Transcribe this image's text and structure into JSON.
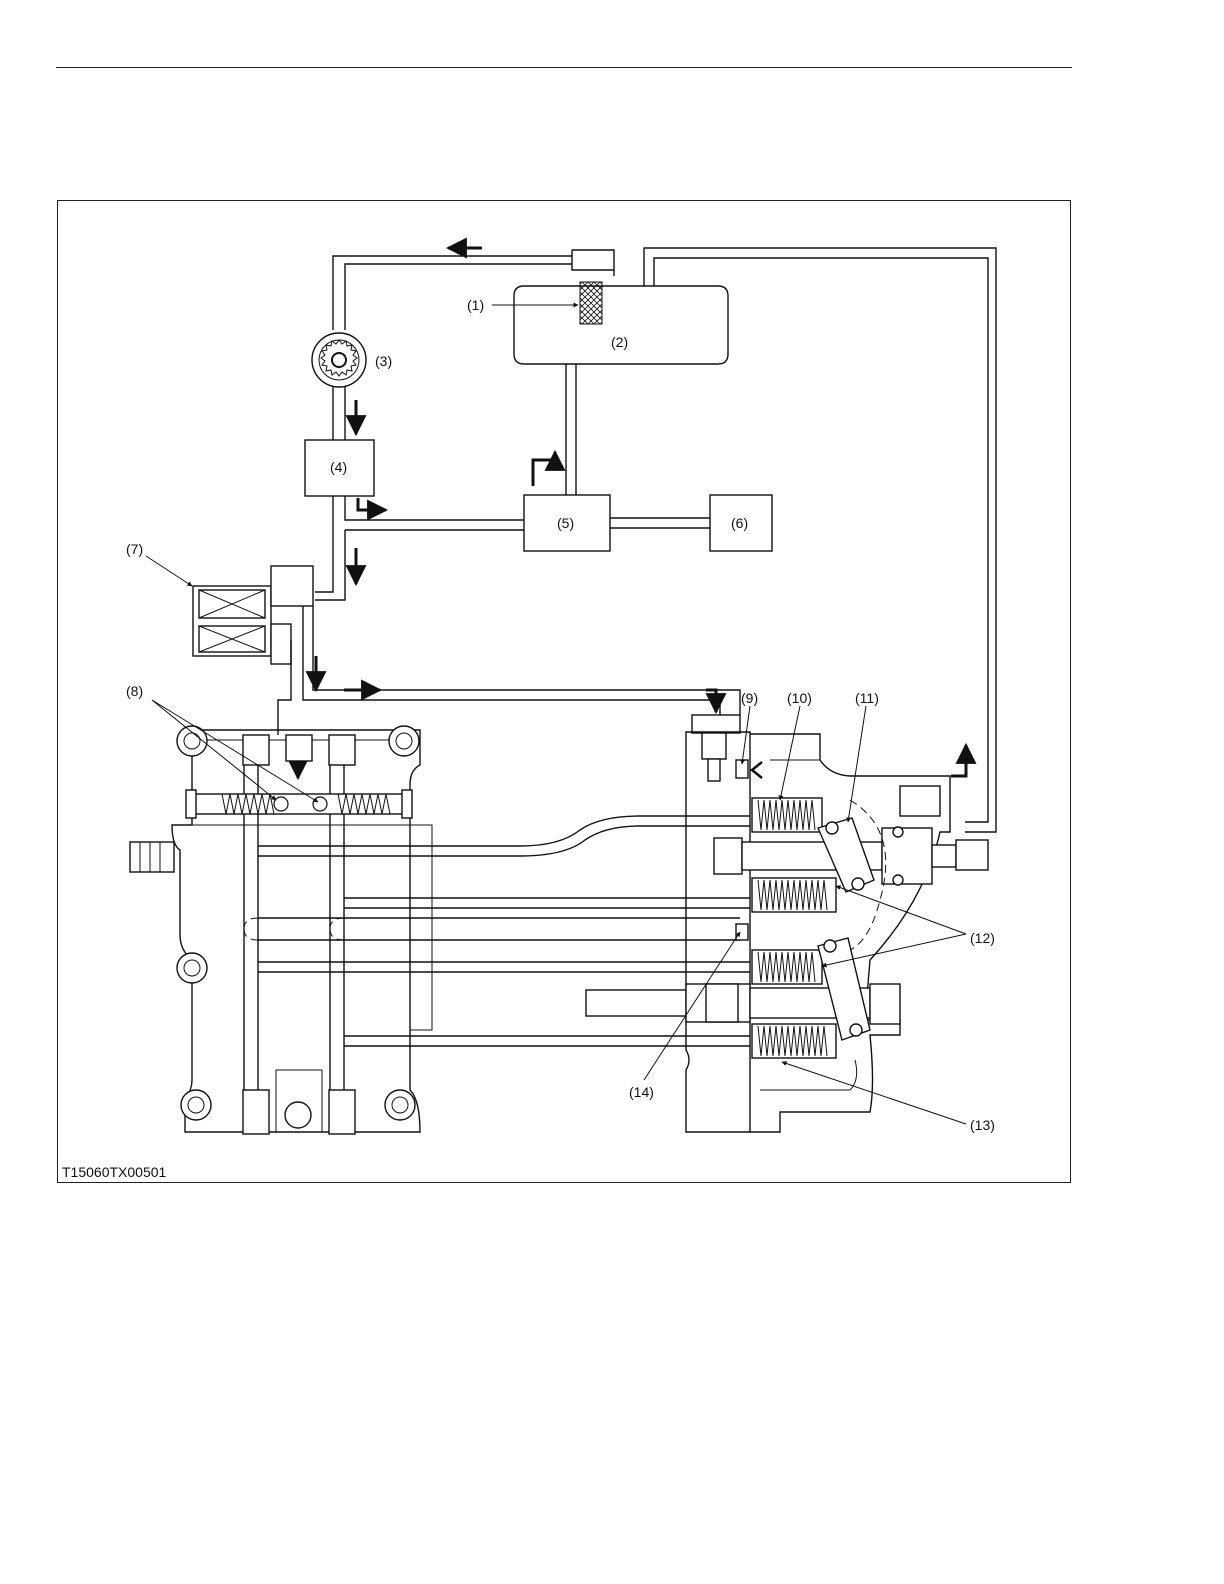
{
  "figure_code": "T15060TX00501",
  "labels": {
    "l1": "(1)",
    "l2": "(2)",
    "l3": "(3)",
    "l4": "(4)",
    "l5": "(5)",
    "l6": "(6)",
    "l7": "(7)",
    "l8": "(8)",
    "l9": "(9)",
    "l10": "(10)",
    "l11": "(11)",
    "l12": "(12)",
    "l13": "(13)",
    "l14": "(14)"
  }
}
